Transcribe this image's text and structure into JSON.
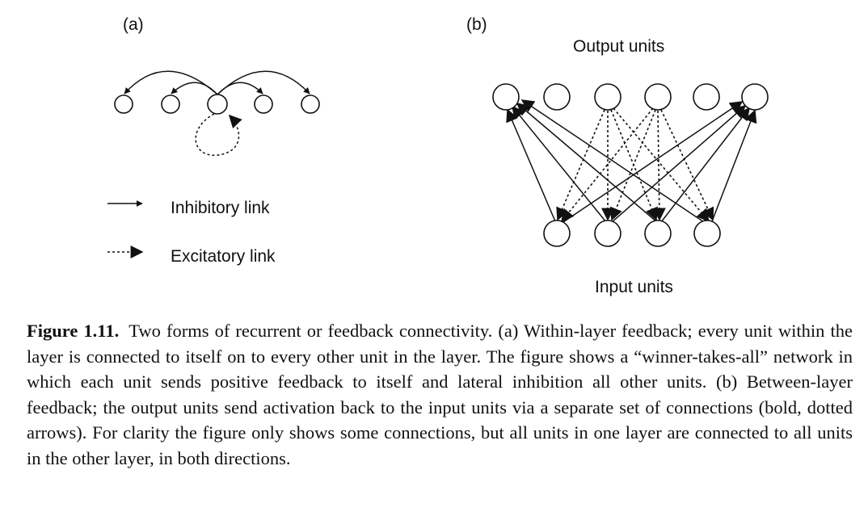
{
  "panel_a": {
    "label": "(a)",
    "legend": {
      "inhibitory": "Inhibitory link",
      "excitatory": "Excitatory link"
    }
  },
  "panel_b": {
    "label": "(b)",
    "output_title": "Output units",
    "input_title": "Input units"
  },
  "caption": {
    "label": "Figure 1.11.",
    "text": "Two forms of recurrent or feedback connectivity. (a) Within-layer feedback; every unit within the layer is connected to itself on to every other unit in the layer. The figure shows a “winner-takes-all” network in which each unit sends positive feedback to itself and lateral inhibition all other units. (b) Between-layer feedback; the output units send activation back to the input units via a separate set of connections (bold, dotted arrows). For clarity the figure only shows some connections, but all units in one layer are connected to all units in the other layer, in both directions."
  }
}
